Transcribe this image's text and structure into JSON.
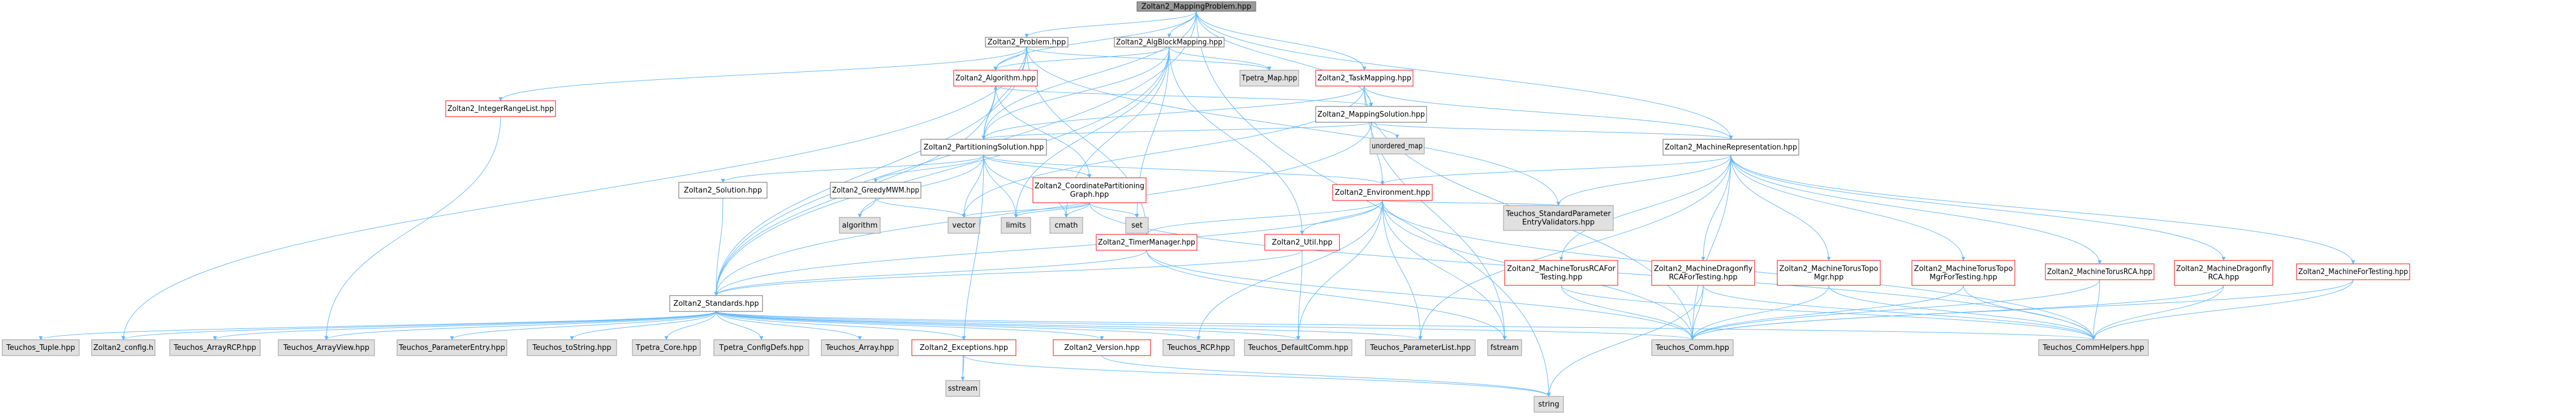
{
  "colors": {
    "edge": "#63b8ff",
    "root_fill": "#999999",
    "root_stroke": "#666666",
    "doc_fill": "#ffffff",
    "doc_stroke": "#666666",
    "missing_stroke": "#ff0000",
    "external_fill": "#e0e0e0",
    "external_stroke": "#999999"
  },
  "nodes": [
    {
      "id": "root",
      "label": "Zoltan2_MappingProblem.hpp",
      "kind": "root"
    },
    {
      "id": "problem",
      "label": "Zoltan2_Problem.hpp",
      "kind": "doc"
    },
    {
      "id": "algblock",
      "label": "Zoltan2_AlgBlockMapping.hpp",
      "kind": "doc"
    },
    {
      "id": "algorithm_hpp",
      "label": "Zoltan2_Algorithm.hpp",
      "kind": "missing"
    },
    {
      "id": "tpetra_map",
      "label": "Tpetra_Map.hpp",
      "kind": "external"
    },
    {
      "id": "taskmapping",
      "label": "Zoltan2_TaskMapping.hpp",
      "kind": "missing"
    },
    {
      "id": "intrange",
      "label": "Zoltan2_IntegerRangeList.hpp",
      "kind": "missing"
    },
    {
      "id": "mapsol",
      "label": "Zoltan2_MappingSolution.hpp",
      "kind": "doc"
    },
    {
      "id": "unordered_map",
      "label": "unordered_map",
      "kind": "external"
    },
    {
      "id": "partsol",
      "label": "Zoltan2_PartitioningSolution.hpp",
      "kind": "doc"
    },
    {
      "id": "machrep",
      "label": "Zoltan2_MachineRepresentation.hpp",
      "kind": "doc"
    },
    {
      "id": "solution",
      "label": "Zoltan2_Solution.hpp",
      "kind": "doc"
    },
    {
      "id": "greedy",
      "label": "Zoltan2_GreedyMWM.hpp",
      "kind": "doc"
    },
    {
      "id": "coordgraph",
      "label": "Zoltan2_CoordinatePartitioning\nGraph.hpp",
      "kind": "missing"
    },
    {
      "id": "environment",
      "label": "Zoltan2_Environment.hpp",
      "kind": "missing"
    },
    {
      "id": "stdparam",
      "label": "Teuchos_StandardParameter\nEntryValidators.hpp",
      "kind": "external"
    },
    {
      "id": "algorithm",
      "label": "algorithm",
      "kind": "external"
    },
    {
      "id": "vector",
      "label": "vector",
      "kind": "external"
    },
    {
      "id": "limits",
      "label": "limits",
      "kind": "external"
    },
    {
      "id": "cmath",
      "label": "cmath",
      "kind": "external"
    },
    {
      "id": "set",
      "label": "set",
      "kind": "external"
    },
    {
      "id": "timermgr",
      "label": "Zoltan2_TimerManager.hpp",
      "kind": "missing"
    },
    {
      "id": "util",
      "label": "Zoltan2_Util.hpp",
      "kind": "missing"
    },
    {
      "id": "torusrcaft",
      "label": "Zoltan2_MachineTorusRCAFor\nTesting.hpp",
      "kind": "missing"
    },
    {
      "id": "dragonflyrcaft",
      "label": "Zoltan2_MachineDragonfly\nRCAForTesting.hpp",
      "kind": "missing"
    },
    {
      "id": "torustopomgr",
      "label": "Zoltan2_MachineTorusTopo\nMgr.hpp",
      "kind": "missing"
    },
    {
      "id": "torustopoft",
      "label": "Zoltan2_MachineTorusTopo\nMgrForTesting.hpp",
      "kind": "missing"
    },
    {
      "id": "torusrca",
      "label": "Zoltan2_MachineTorusRCA.hpp",
      "kind": "missing"
    },
    {
      "id": "dragonflyrca",
      "label": "Zoltan2_MachineDragonfly\nRCA.hpp",
      "kind": "missing"
    },
    {
      "id": "machft",
      "label": "Zoltan2_MachineForTesting.hpp",
      "kind": "missing"
    },
    {
      "id": "standards",
      "label": "Zoltan2_Standards.hpp",
      "kind": "doc"
    },
    {
      "id": "tuple",
      "label": "Teuchos_Tuple.hpp",
      "kind": "external"
    },
    {
      "id": "config",
      "label": "Zoltan2_config.h",
      "kind": "external"
    },
    {
      "id": "arrayrcp",
      "label": "Teuchos_ArrayRCP.hpp",
      "kind": "external"
    },
    {
      "id": "arrayview",
      "label": "Teuchos_ArrayView.hpp",
      "kind": "external"
    },
    {
      "id": "paramentry",
      "label": "Teuchos_ParameterEntry.hpp",
      "kind": "external"
    },
    {
      "id": "tostring",
      "label": "Teuchos_toString.hpp",
      "kind": "external"
    },
    {
      "id": "tpetracore",
      "label": "Tpetra_Core.hpp",
      "kind": "external"
    },
    {
      "id": "tpetraconfig",
      "label": "Tpetra_ConfigDefs.hpp",
      "kind": "external"
    },
    {
      "id": "array",
      "label": "Teuchos_Array.hpp",
      "kind": "external"
    },
    {
      "id": "exceptions",
      "label": "Zoltan2_Exceptions.hpp",
      "kind": "missing"
    },
    {
      "id": "version",
      "label": "Zoltan2_Version.hpp",
      "kind": "missing"
    },
    {
      "id": "rcp",
      "label": "Teuchos_RCP.hpp",
      "kind": "external"
    },
    {
      "id": "defcomm",
      "label": "Teuchos_DefaultComm.hpp",
      "kind": "external"
    },
    {
      "id": "paramlist",
      "label": "Teuchos_ParameterList.hpp",
      "kind": "external"
    },
    {
      "id": "fstream",
      "label": "fstream",
      "kind": "external"
    },
    {
      "id": "comm",
      "label": "Teuchos_Comm.hpp",
      "kind": "external"
    },
    {
      "id": "commhelpers",
      "label": "Teuchos_CommHelpers.hpp",
      "kind": "external"
    },
    {
      "id": "sstream",
      "label": "sstream",
      "kind": "external"
    },
    {
      "id": "string",
      "label": "string",
      "kind": "external"
    }
  ],
  "edges": [
    [
      "root",
      "problem"
    ],
    [
      "root",
      "algblock"
    ],
    [
      "root",
      "taskmapping"
    ],
    [
      "root",
      "algorithm_hpp"
    ],
    [
      "root",
      "partsol"
    ],
    [
      "root",
      "mapsol"
    ],
    [
      "root",
      "machrep"
    ],
    [
      "root",
      "standards"
    ],
    [
      "root",
      "string"
    ],
    [
      "problem",
      "algorithm_hpp"
    ],
    [
      "problem",
      "tpetra_map"
    ],
    [
      "problem",
      "intrange"
    ],
    [
      "problem",
      "standards"
    ],
    [
      "problem",
      "timermgr"
    ],
    [
      "problem",
      "stdparam"
    ],
    [
      "problem",
      "partsol"
    ],
    [
      "problem",
      "config"
    ],
    [
      "algblock",
      "algorithm_hpp"
    ],
    [
      "algblock",
      "partsol"
    ],
    [
      "algblock",
      "util"
    ],
    [
      "algblock",
      "tpetra_map"
    ],
    [
      "algblock",
      "set"
    ],
    [
      "algblock",
      "cmath"
    ],
    [
      "algblock",
      "standards"
    ],
    [
      "algblock",
      "limits"
    ],
    [
      "algorithm_hpp",
      "standards"
    ],
    [
      "algorithm_hpp",
      "coordgraph"
    ],
    [
      "algorithm_hpp",
      "partsol"
    ],
    [
      "algorithm_hpp",
      "mapsol"
    ],
    [
      "taskmapping",
      "mapsol"
    ],
    [
      "taskmapping",
      "machrep"
    ],
    [
      "taskmapping",
      "partsol"
    ],
    [
      "taskmapping",
      "fstream"
    ],
    [
      "taskmapping",
      "vector"
    ],
    [
      "taskmapping",
      "comm"
    ],
    [
      "intrange",
      "arrayview"
    ],
    [
      "mapsol",
      "unordered_map"
    ],
    [
      "mapsol",
      "partsol"
    ],
    [
      "mapsol",
      "environment"
    ],
    [
      "mapsol",
      "machrep"
    ],
    [
      "mapsol",
      "standards"
    ],
    [
      "partsol",
      "algorithm_hpp"
    ],
    [
      "partsol",
      "solution"
    ],
    [
      "partsol",
      "greedy"
    ],
    [
      "partsol",
      "coordgraph"
    ],
    [
      "partsol",
      "environment"
    ],
    [
      "partsol",
      "algorithm"
    ],
    [
      "partsol",
      "vector"
    ],
    [
      "partsol",
      "limits"
    ],
    [
      "partsol",
      "cmath"
    ],
    [
      "partsol",
      "sstream"
    ],
    [
      "machrep",
      "environment"
    ],
    [
      "machrep",
      "stdparam"
    ],
    [
      "machrep",
      "torusrcaft"
    ],
    [
      "machrep",
      "dragonflyrcaft"
    ],
    [
      "machrep",
      "torustopomgr"
    ],
    [
      "machrep",
      "torustopoft"
    ],
    [
      "machrep",
      "torusrca"
    ],
    [
      "machrep",
      "dragonflyrca"
    ],
    [
      "machrep",
      "machft"
    ],
    [
      "machrep",
      "comm"
    ],
    [
      "machrep",
      "paramlist"
    ],
    [
      "solution",
      "standards"
    ],
    [
      "greedy",
      "algorithm"
    ],
    [
      "greedy",
      "vector"
    ],
    [
      "coordgraph",
      "vector"
    ],
    [
      "coordgraph",
      "set"
    ],
    [
      "coordgraph",
      "cmath"
    ],
    [
      "coordgraph",
      "limits"
    ],
    [
      "coordgraph",
      "commhelpers"
    ],
    [
      "environment",
      "standards"
    ],
    [
      "environment",
      "timermgr"
    ],
    [
      "environment",
      "util"
    ],
    [
      "environment",
      "stdparam"
    ],
    [
      "environment",
      "paramlist"
    ],
    [
      "environment",
      "defcomm"
    ],
    [
      "environment",
      "fstream"
    ],
    [
      "environment",
      "comm"
    ],
    [
      "environment",
      "rcp"
    ],
    [
      "environment",
      "commhelpers"
    ],
    [
      "timermgr",
      "standards"
    ],
    [
      "timermgr",
      "fstream"
    ],
    [
      "timermgr",
      "comm"
    ],
    [
      "util",
      "standards"
    ],
    [
      "util",
      "defcomm"
    ],
    [
      "torusrcaft",
      "comm"
    ],
    [
      "torusrcaft",
      "commhelpers"
    ],
    [
      "dragonflyrcaft",
      "comm"
    ],
    [
      "dragonflyrcaft",
      "commhelpers"
    ],
    [
      "dragonflyrcaft",
      "string"
    ],
    [
      "torustopomgr",
      "comm"
    ],
    [
      "torustopomgr",
      "commhelpers"
    ],
    [
      "torustopoft",
      "comm"
    ],
    [
      "torustopoft",
      "commhelpers"
    ],
    [
      "torusrca",
      "comm"
    ],
    [
      "torusrca",
      "commhelpers"
    ],
    [
      "dragonflyrca",
      "comm"
    ],
    [
      "dragonflyrca",
      "commhelpers"
    ],
    [
      "machft",
      "comm"
    ],
    [
      "machft",
      "commhelpers"
    ],
    [
      "standards",
      "tuple"
    ],
    [
      "standards",
      "config"
    ],
    [
      "standards",
      "arrayrcp"
    ],
    [
      "standards",
      "arrayview"
    ],
    [
      "standards",
      "paramentry"
    ],
    [
      "standards",
      "tostring"
    ],
    [
      "standards",
      "tpetracore"
    ],
    [
      "standards",
      "tpetraconfig"
    ],
    [
      "standards",
      "array"
    ],
    [
      "standards",
      "exceptions"
    ],
    [
      "standards",
      "version"
    ],
    [
      "standards",
      "rcp"
    ],
    [
      "standards",
      "defcomm"
    ],
    [
      "standards",
      "paramlist"
    ],
    [
      "standards",
      "comm"
    ],
    [
      "standards",
      "commhelpers"
    ],
    [
      "exceptions",
      "sstream"
    ],
    [
      "exceptions",
      "string"
    ],
    [
      "version",
      "string"
    ]
  ]
}
